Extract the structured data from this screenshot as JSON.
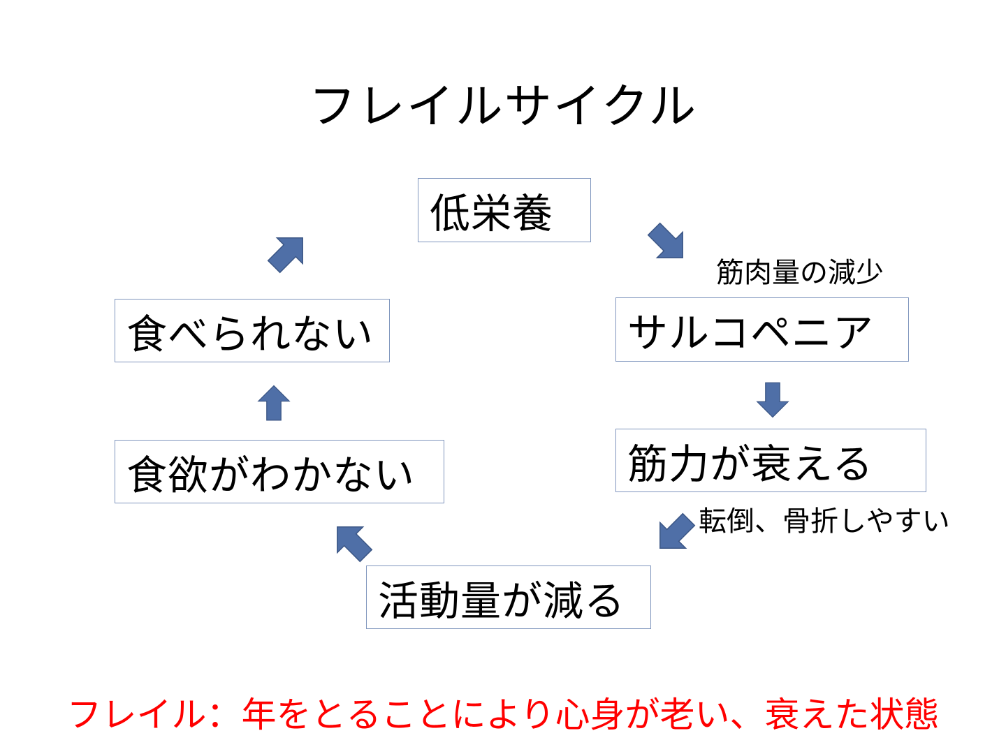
{
  "title": "フレイルサイクル",
  "cycle": {
    "low_nutrition": "低栄養",
    "sarcopenia": "サルコペニア",
    "strength_decline": "筋力が衰える",
    "activity_decrease": "活動量が減る",
    "no_appetite": "食欲がわかない",
    "cannot_eat": "食べられない"
  },
  "notes": {
    "muscle_decrease": "筋肉量の減少",
    "fall_fracture": "転倒、骨折しやすい"
  },
  "footer": "フレイル：年をとることにより心身が老い、衰えた状態",
  "colors": {
    "arrow_fill": "#4f6fa7",
    "arrow_stroke": "#3b5685",
    "box_border": "#7f95bd",
    "footer_text": "#ff0000"
  }
}
